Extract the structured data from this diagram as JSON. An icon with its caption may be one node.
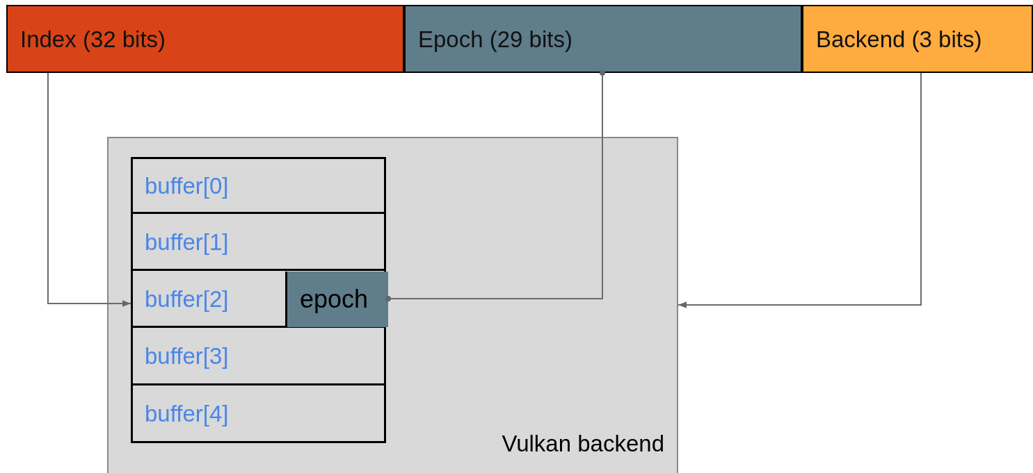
{
  "diagram": {
    "nodes": [
      {
        "text": [
          "Index (32 bits)"
        ]
      },
      {
        "text": [
          "Epoch (29 bits)"
        ]
      },
      {
        "text": [
          "Backend (3 bits)"
        ]
      },
      {
        "text": [
          "Vulkan backend"
        ]
      },
      {
        "text": [
          "buffer[0]"
        ],
        "in": 3
      },
      {
        "text": [
          "buffer[1]"
        ],
        "in": 3
      },
      {
        "text": [
          "buffer[2]"
        ],
        "in": 3
      },
      {
        "text": [
          "epoch"
        ],
        "in": 6
      },
      {
        "text": [
          "buffer[3]"
        ],
        "in": 3
      },
      {
        "text": [
          "buffer[4]"
        ],
        "in": 3
      }
    ],
    "edges": [
      {
        "from": 0,
        "to": 6,
        "arrow": "to"
      },
      {
        "from": 7,
        "to": 1,
        "arrow": "other"
      },
      {
        "from": 2,
        "to": 3,
        "arrow": "to"
      }
    ]
  }
}
